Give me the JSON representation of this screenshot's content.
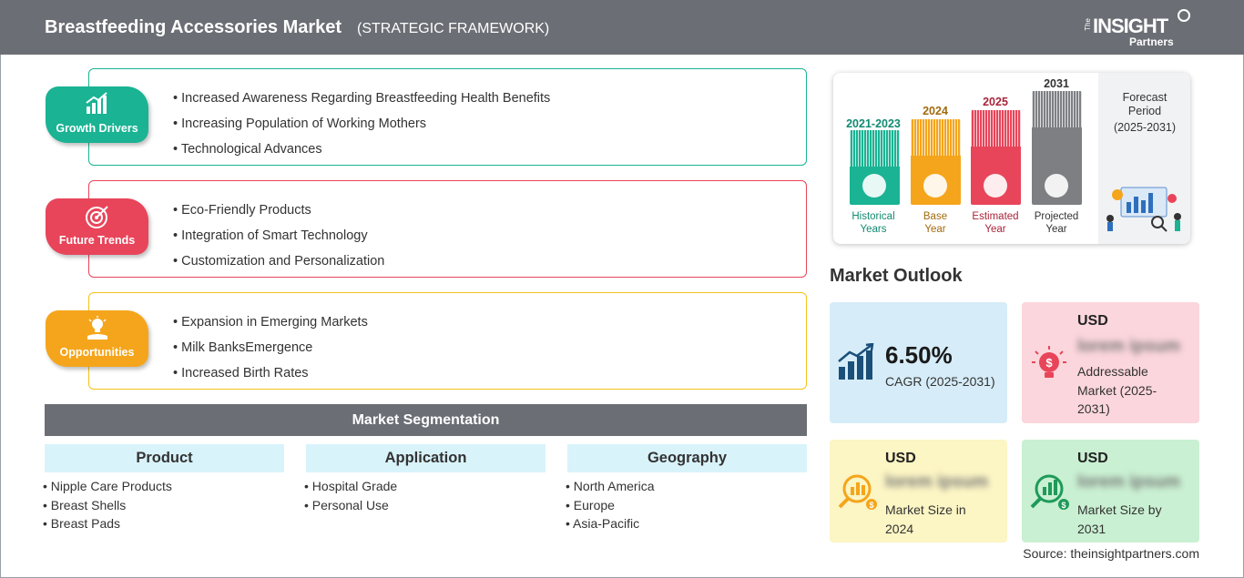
{
  "header": {
    "title": "Breastfeeding Accessories Market",
    "subtitle": "(STRATEGIC FRAMEWORK)",
    "logo": {
      "the": "The",
      "insight": "INSIGHT",
      "partners": "Partners"
    }
  },
  "framework": [
    {
      "label": "Growth Drivers",
      "color": "#1ab394",
      "icon": "bar-chart-icon",
      "items": [
        "Increased Awareness Regarding Breastfeeding Health Benefits",
        "Increasing Population of Working Mothers",
        "Technological Advances"
      ]
    },
    {
      "label": "Future Trends",
      "color": "#e8455a",
      "icon": "target-icon",
      "items": [
        "Eco-Friendly Products",
        "Integration of Smart Technology",
        "Customization and Personalization"
      ]
    },
    {
      "label": "Opportunities",
      "color": "#f5a51b",
      "icon": "lightbulb-hand-icon",
      "items": [
        "Expansion in Emerging Markets",
        "Milk BanksEmergence",
        "Increased Birth Rates"
      ]
    }
  ],
  "segmentation": {
    "title": "Market Segmentation",
    "columns": [
      {
        "header": "Product",
        "items": [
          "Nipple Care Products",
          "Breast Shells",
          "Breast Pads"
        ]
      },
      {
        "header": "Application",
        "items": [
          "Hospital Grade",
          "Personal Use"
        ]
      },
      {
        "header": "Geography",
        "items": [
          "North America",
          "Europe",
          "Asia-Pacific"
        ]
      }
    ]
  },
  "timeline": {
    "bars": [
      {
        "year": "2021-2023",
        "label1": "Historical",
        "label2": "Years",
        "color": "#1ab394",
        "text_color": "#128a72",
        "icon": "history-icon"
      },
      {
        "year": "2024",
        "label1": "Base",
        "label2": "Year",
        "color": "#f5a51b",
        "text_color": "#a26a0c",
        "icon": "calendar-icon"
      },
      {
        "year": "2025",
        "label1": "Estimated",
        "label2": "Year",
        "color": "#e8455a",
        "text_color": "#a8243a",
        "icon": "gears-icon"
      },
      {
        "year": "2031",
        "label1": "Projected",
        "label2": "Year",
        "color": "#7d7f83",
        "text_color": "#333333",
        "icon": "presentation-icon"
      }
    ],
    "forecast": {
      "line1": "Forecast",
      "line2": "Period",
      "line3": "(2025-2031)"
    }
  },
  "outlook": {
    "title": "Market Outlook",
    "cagr": {
      "value": "6.50%",
      "label": "CAGR (2025-2031)",
      "bg": "#d6ecf8"
    },
    "addressable": {
      "usd": "USD",
      "value": "lorem ipsum",
      "label1": "Addressable",
      "label2": "Market (2025-",
      "label3": "2031)",
      "bg": "#fbd6dc"
    },
    "size2024": {
      "usd": "USD",
      "value": "lorem ipsum",
      "label1": "Market Size in",
      "label2": "2024",
      "bg": "#fcf5c4"
    },
    "size2031": {
      "usd": "USD",
      "value": "lorem ipsum",
      "label1": "Market Size by",
      "label2": "2031",
      "bg": "#c9f0d2"
    }
  },
  "source": "Source: theinsightpartners.com"
}
